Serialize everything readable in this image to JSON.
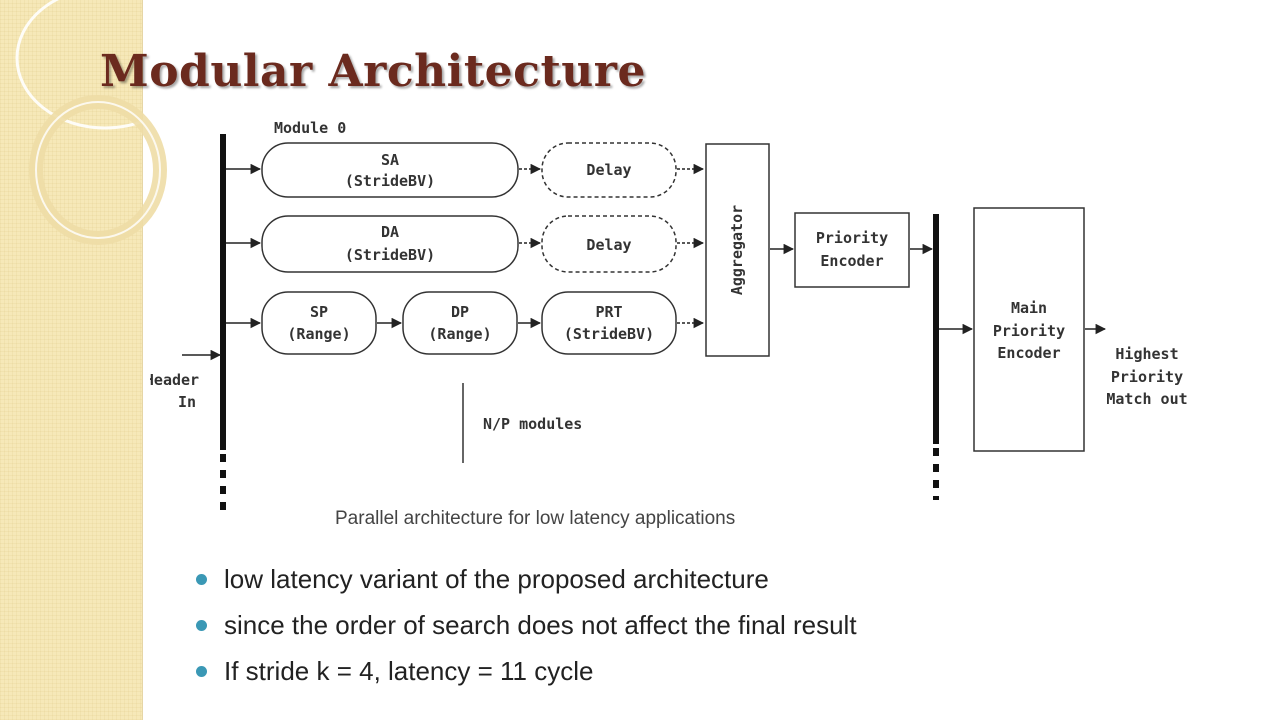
{
  "slide": {
    "title": "Modular Architecture",
    "caption": "Parallel architecture for low latency applications",
    "bullets": [
      "low latency variant of the proposed architecture",
      "since the order of search does not affect the final result",
      "If stride k = 4, latency = 11 cycle"
    ]
  },
  "diagram": {
    "module_label": "Module 0",
    "sa": [
      "SA",
      "(StrideBV)"
    ],
    "da": [
      "DA",
      "(StrideBV)"
    ],
    "sp": [
      "SP",
      "(Range)"
    ],
    "dp": [
      "DP",
      "(Range)"
    ],
    "prt": [
      "PRT",
      "(StrideBV)"
    ],
    "delay": "Delay",
    "aggregator": "Aggregator",
    "priority_encoder": [
      "Priority",
      "Encoder"
    ],
    "main_encoder": [
      "Main",
      "Priority",
      "Encoder"
    ],
    "header_in": [
      "Header",
      "In"
    ],
    "np_modules": "N/P modules",
    "output": [
      "Highest",
      "Priority",
      "Match out"
    ]
  },
  "colors": {
    "title": "#6b2a1e",
    "bullet": "#3a98b5",
    "strip": "#f6e8b8"
  }
}
